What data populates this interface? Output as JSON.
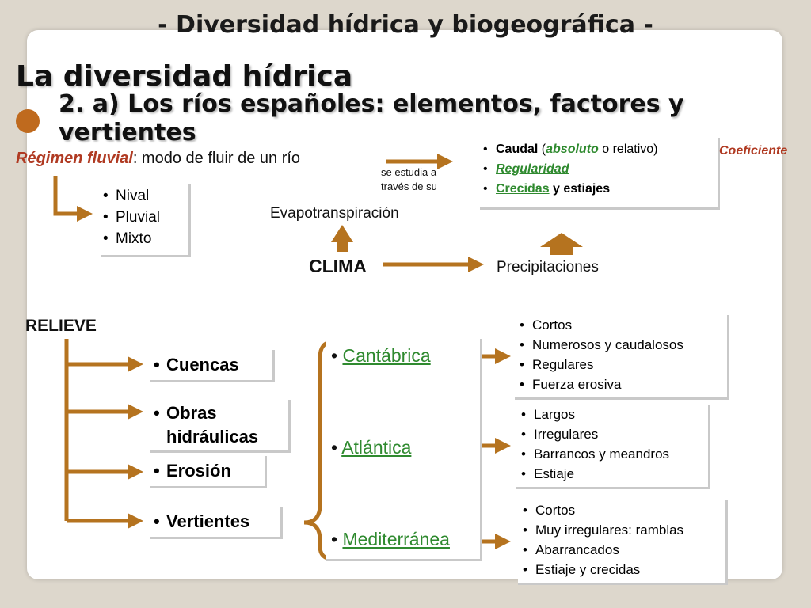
{
  "header": {
    "title": "- Diversidad hídrica y biogeográfica -"
  },
  "section": {
    "title": "La diversidad hídrica",
    "subtitle": "2. a) Los ríos españoles: elementos, factores y vertientes"
  },
  "regimen": {
    "term": "Régimen fluvial",
    "definition": ": modo de fluir de un río",
    "note_line1": "se estudia a",
    "note_line2": "través de su",
    "types": [
      "Nival",
      "Pluvial",
      "Mixto"
    ]
  },
  "caudal_box": {
    "item1_prefix": "Caudal",
    "item1_open": " (",
    "item1_link": "absoluto",
    "item1_suffix": " o relativo)",
    "item2": "Regularidad",
    "item3_link": "Crecidas",
    "item3_suffix": " y estiajes",
    "coefficient": "Coeficiente"
  },
  "clima": {
    "label": "CLIMA",
    "evapotranspiracion": "Evapotranspiración",
    "precipitaciones": "Precipitaciones"
  },
  "relieve": {
    "label": "RELIEVE",
    "items": [
      "Cuencas",
      "Obras hidráulicas",
      "Erosión",
      "Vertientes"
    ]
  },
  "vertientes": {
    "names": [
      "Cantábrica",
      "Atlántica",
      "Mediterránea"
    ],
    "cantabrica": [
      "Cortos",
      "Numerosos y caudalosos",
      "Regulares",
      "Fuerza erosiva"
    ],
    "atlantica": [
      "Largos",
      "Irregulares",
      "Barrancos y meandros",
      "Estiaje"
    ],
    "mediterranea": [
      "Cortos",
      "Muy irregulares: ramblas",
      "Abarrancados",
      "Estiaje y crecidas"
    ]
  },
  "colors": {
    "accent": "#b5731f",
    "term_red": "#b03a22",
    "link_green": "#2f8a2f"
  }
}
